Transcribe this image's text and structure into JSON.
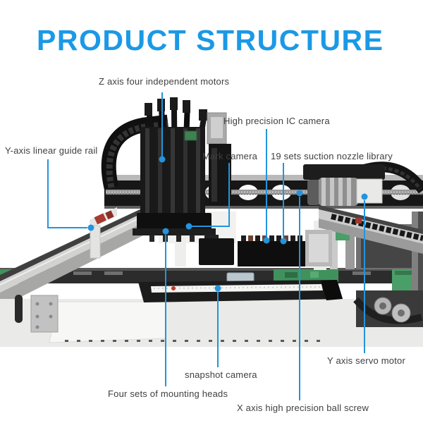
{
  "title": {
    "text": "PRODUCT STRUCTURE",
    "color": "#1b99e6"
  },
  "diagram": {
    "description": "Pick-and-place SMT machine product structure diagram",
    "leader_color": "#2394dd",
    "label_color": "#3f3f3f",
    "callouts": [
      {
        "id": "z-axis-motors",
        "label": "Z axis four independent motors"
      },
      {
        "id": "ic-camera",
        "label": "High precision IC camera"
      },
      {
        "id": "y-axis-guide-rail",
        "label": "Y-axis linear guide rail"
      },
      {
        "id": "mark-camera",
        "label": "Mark camera"
      },
      {
        "id": "nozzle-library",
        "label": "19 sets suction nozzle library"
      },
      {
        "id": "y-servo-motor",
        "label": "Y axis servo motor"
      },
      {
        "id": "snapshot-camera",
        "label": "snapshot camera"
      },
      {
        "id": "mounting-heads",
        "label": "Four sets of mounting heads"
      },
      {
        "id": "x-ball-screw",
        "label": "X axis high precision ball screw"
      }
    ]
  }
}
